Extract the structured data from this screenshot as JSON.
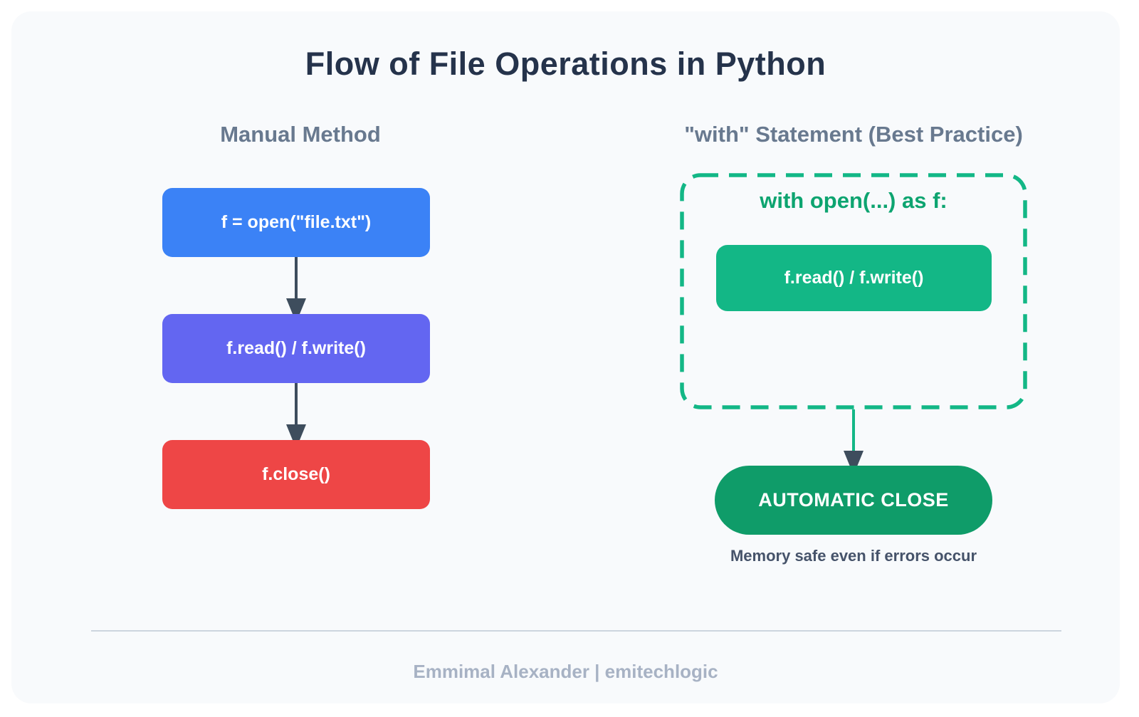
{
  "title": "Flow of File Operations in Python",
  "columns": {
    "manual": {
      "heading": "Manual Method",
      "steps": [
        {
          "label": "f = open(\"file.txt\")",
          "color": "#3b82f6"
        },
        {
          "label": "f.read() / f.write()",
          "color": "#6366f1"
        },
        {
          "label": "f.close()",
          "color": "#ee4646"
        }
      ]
    },
    "with_statement": {
      "heading": "\"with\" Statement (Best Practice)",
      "block_label": "with open(...) as f:",
      "step": {
        "label": "f.read() / f.write()",
        "color": "#13b786"
      },
      "result": {
        "label": "AUTOMATIC CLOSE",
        "color": "#0f9c69"
      },
      "note": "Memory safe even if errors occur"
    }
  },
  "footer": {
    "credit": "Emmimal Alexander | emitechlogic"
  },
  "colors": {
    "card_background": "#f8fafc",
    "title_text": "#25334b",
    "heading_text": "#68798f",
    "with_block_border": "#13b786",
    "with_block_text": "#0da470",
    "arrow_dark": "#3e4d5d",
    "arrow_green": "#13b786",
    "note_text": "#46536a",
    "divider": "#ccd5df",
    "footer_text": "#a7b2c4"
  }
}
